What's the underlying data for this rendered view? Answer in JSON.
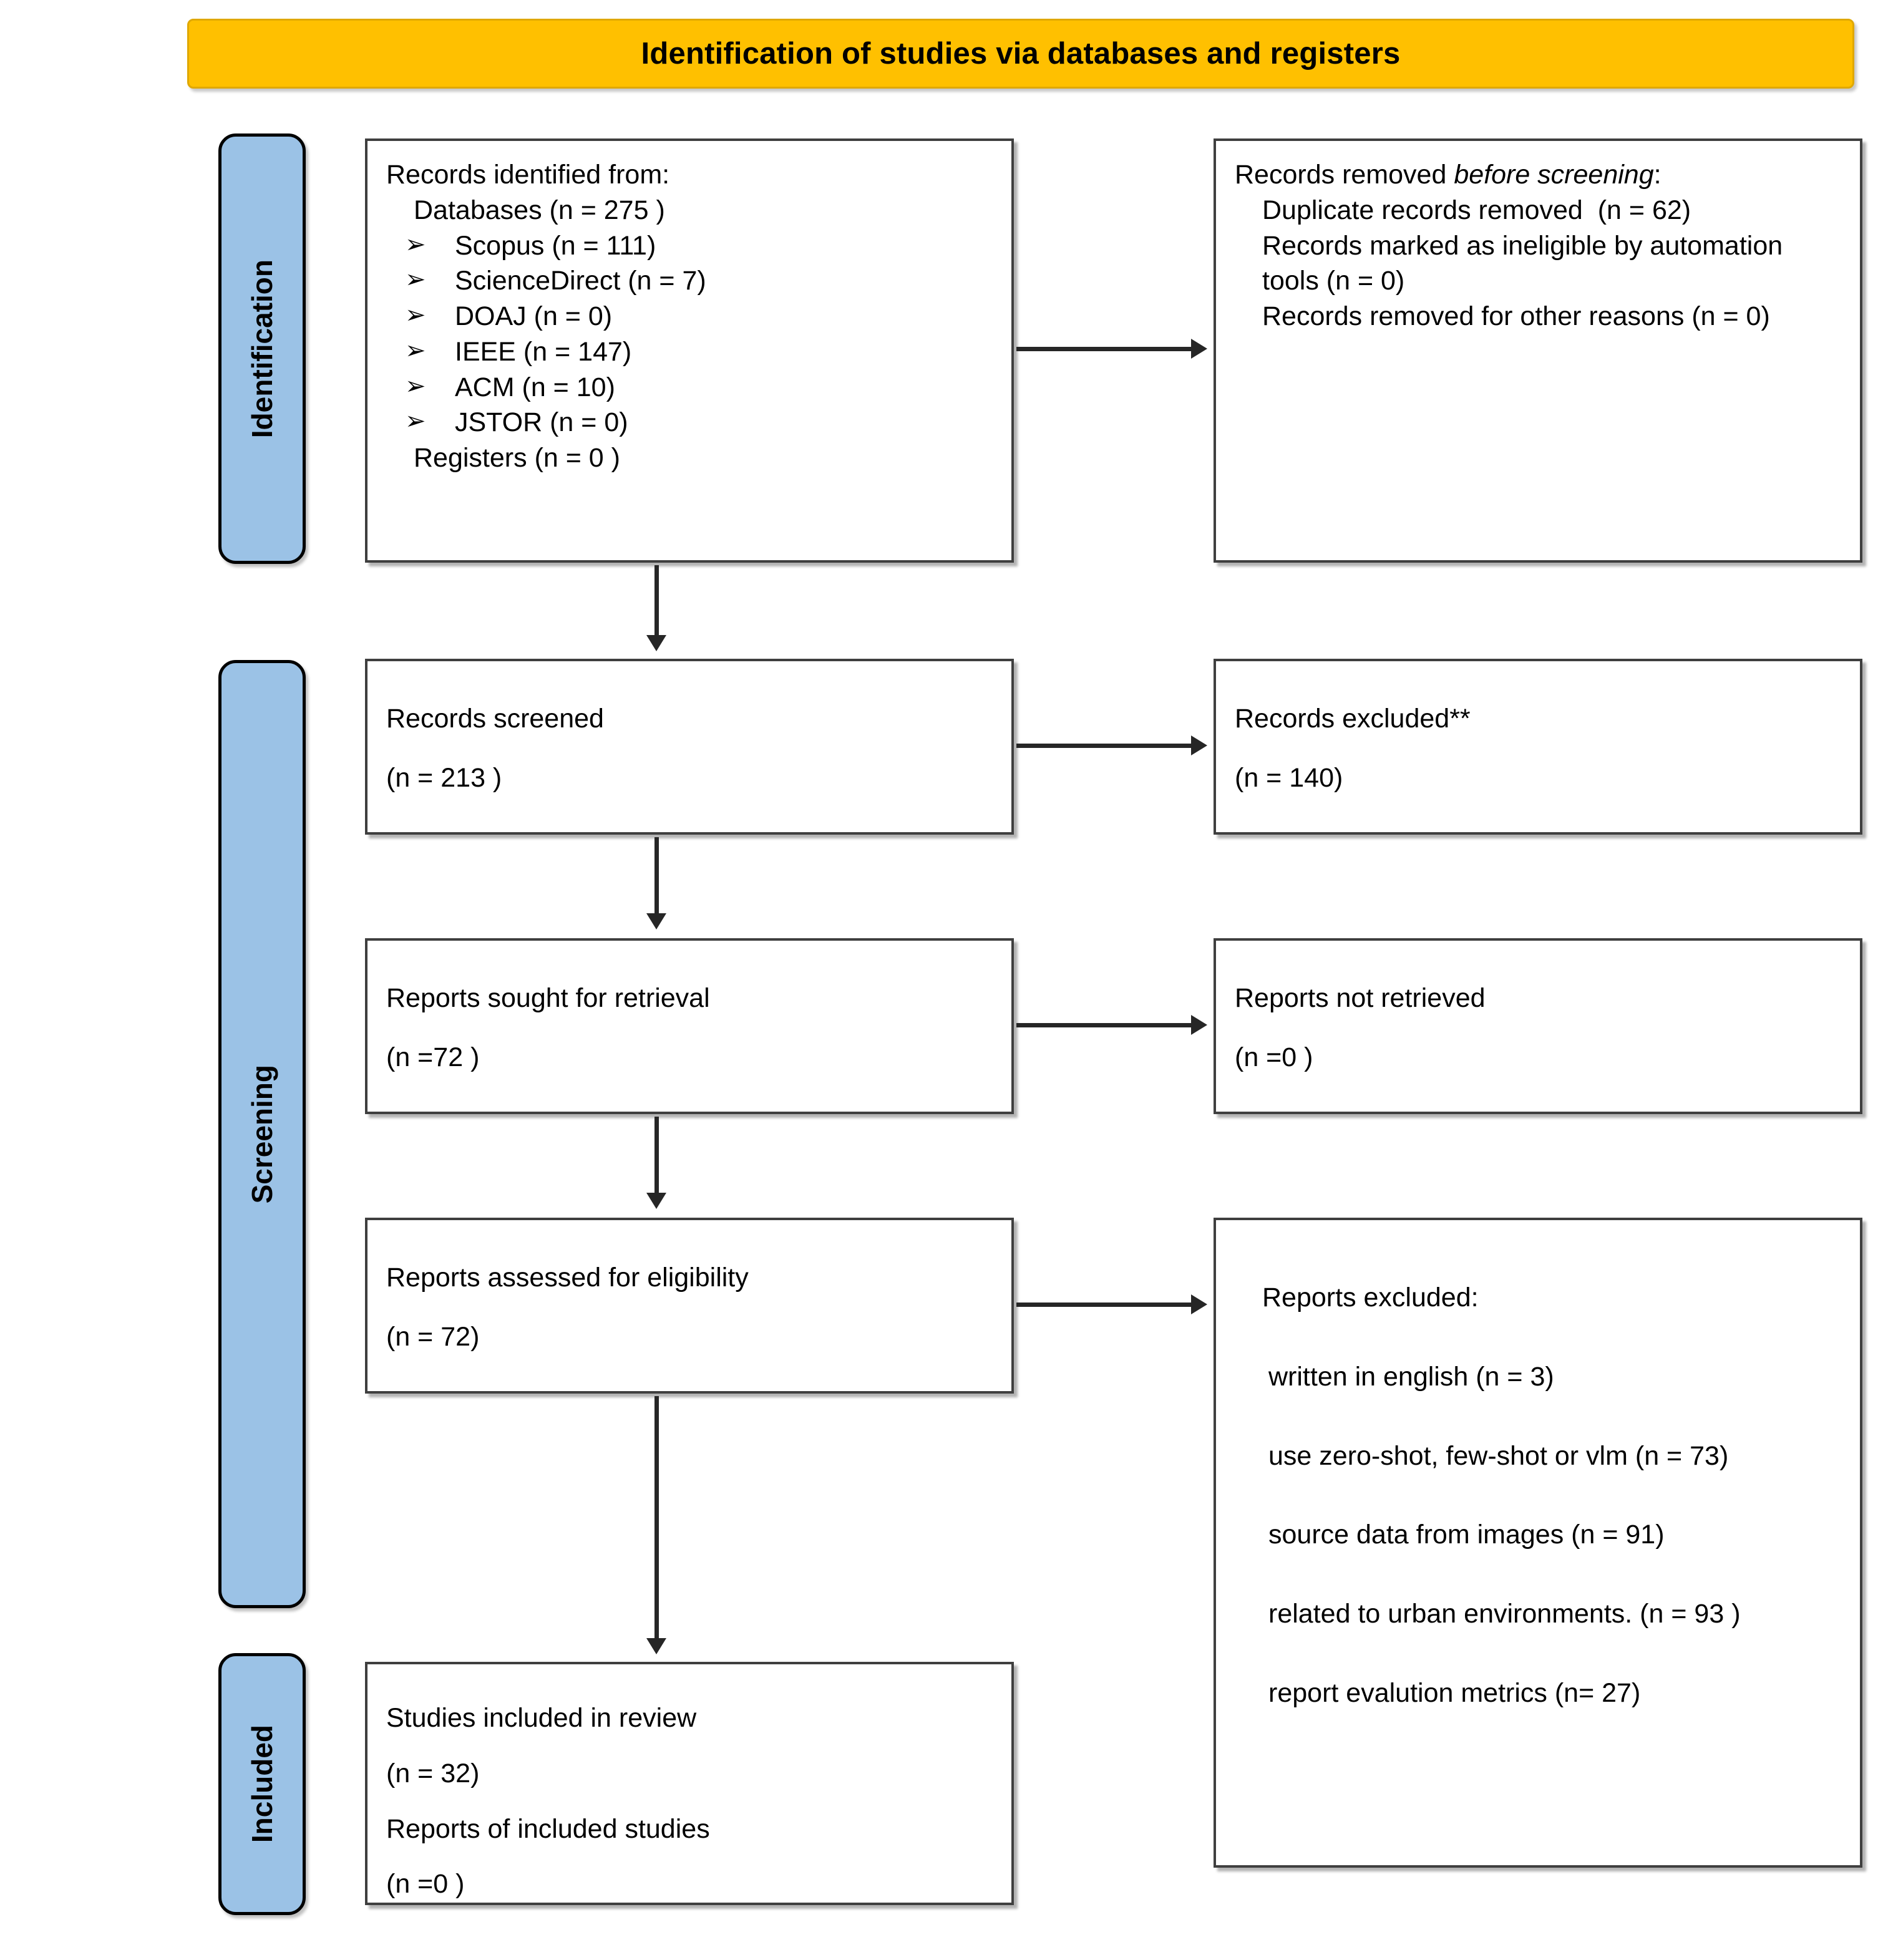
{
  "banner": {
    "title": "Identification of studies via databases and registers",
    "color": "#FFC000"
  },
  "rails": {
    "color": "#9BC2E6",
    "items": [
      {
        "label": "Identification"
      },
      {
        "label": "Screening"
      },
      {
        "label": "Included"
      }
    ]
  },
  "boxes": {
    "identified": {
      "heading": "Records identified from:",
      "databases_line": "Databases (n = 275 )",
      "bullet_glyph": "➢",
      "sources": [
        {
          "name": "Scopus",
          "count_text": "Scopus (n = 111)"
        },
        {
          "name": "ScienceDirect",
          "count_text": "ScienceDirect (n = 7)"
        },
        {
          "name": "DOAJ",
          "count_text": "DOAJ  (n = 0)"
        },
        {
          "name": "IEEE",
          "count_text": "IEEE  (n = 147)"
        },
        {
          "name": "ACM",
          "count_text": "ACM (n = 10)"
        },
        {
          "name": "JSTOR",
          "count_text": "JSTOR (n = 0)"
        }
      ],
      "registers_line": "Registers (n = 0 )"
    },
    "removed_before_screening": {
      "heading_prefix": "Records removed ",
      "heading_italic": "before screening",
      "heading_suffix": ":",
      "lines": [
        "Duplicate records removed  (n = 62)",
        "Records marked as ineligible by automation tools (n = 0)",
        "Records removed for other reasons (n = 0)"
      ]
    },
    "records_screened": {
      "line1": "Records screened",
      "line2": "(n = 213 )"
    },
    "records_excluded": {
      "line1": "Records excluded**",
      "line2": "(n = 140)"
    },
    "reports_sought": {
      "line1": "Reports sought for retrieval",
      "line2": "(n =72 )"
    },
    "reports_not_retrieved": {
      "line1": "Reports not retrieved",
      "line2": "(n =0 )"
    },
    "reports_assessed": {
      "line1": "Reports assessed for eligibility",
      "line2": "(n = 72)"
    },
    "reports_excluded": {
      "heading": "Reports excluded:",
      "reasons": [
        "written in english (n = 3)",
        "use zero-shot, few-shot or vlm (n = 73)",
        "source data from images (n = 91)",
        "related to urban environments. (n = 93 )",
        "report evalution metrics (n= 27)"
      ]
    },
    "studies_included": {
      "line1": "Studies included in review",
      "line2": "(n = 32)",
      "line3": "Reports of included studies",
      "line4": "(n =0 )"
    }
  },
  "connectors": {
    "color": "#262626",
    "arrows": [
      "identified-to-removed",
      "screened-to-excluded",
      "sought-to-not-retrieved",
      "assessed-to-reports-excluded",
      "identified-to-screened",
      "screened-to-sought",
      "sought-to-assessed",
      "assessed-to-included"
    ]
  }
}
